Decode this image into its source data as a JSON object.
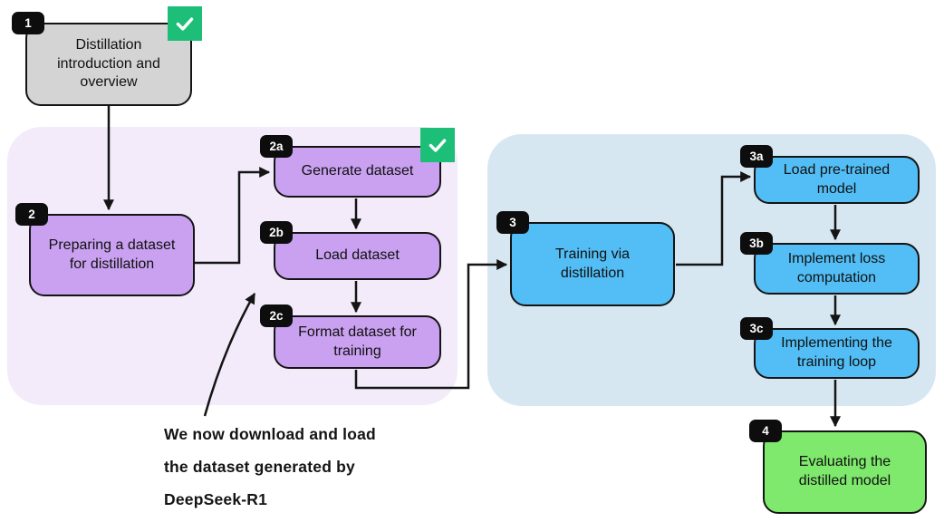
{
  "flowchart": {
    "stage1": {
      "badge": "1",
      "label": "Distillation\nintroduction and\noverview",
      "completed": true
    },
    "stage2": {
      "badge": "2",
      "label": "Preparing a dataset\nfor distillation"
    },
    "stage2a": {
      "badge": "2a",
      "label": "Generate dataset",
      "completed": true
    },
    "stage2b": {
      "badge": "2b",
      "label": "Load dataset"
    },
    "stage2c": {
      "badge": "2c",
      "label": "Format dataset for\ntraining"
    },
    "stage3": {
      "badge": "3",
      "label": "Training via\ndistillation"
    },
    "stage3a": {
      "badge": "3a",
      "label": "Load pre-trained\nmodel"
    },
    "stage3b": {
      "badge": "3b",
      "label": "Implement loss\ncomputation"
    },
    "stage3c": {
      "badge": "3c",
      "label": "Implementing the\ntraining loop"
    },
    "stage4": {
      "badge": "4",
      "label": "Evaluating the\ndistilled model"
    }
  },
  "annotation": {
    "lines": [
      "We now download and load",
      "the dataset generated by",
      "DeepSeek-R1"
    ]
  },
  "colors": {
    "gray_box": "#D4D4D4",
    "purple_box": "#C9A1F0",
    "purple_region": "#F3EBFA",
    "blue_box": "#52BEF5",
    "blue_region": "#D7E7F2",
    "green_box": "#7EE96C",
    "check_green": "#1DBE78",
    "badge_black": "#0d0d0d",
    "line_black": "#141414"
  }
}
